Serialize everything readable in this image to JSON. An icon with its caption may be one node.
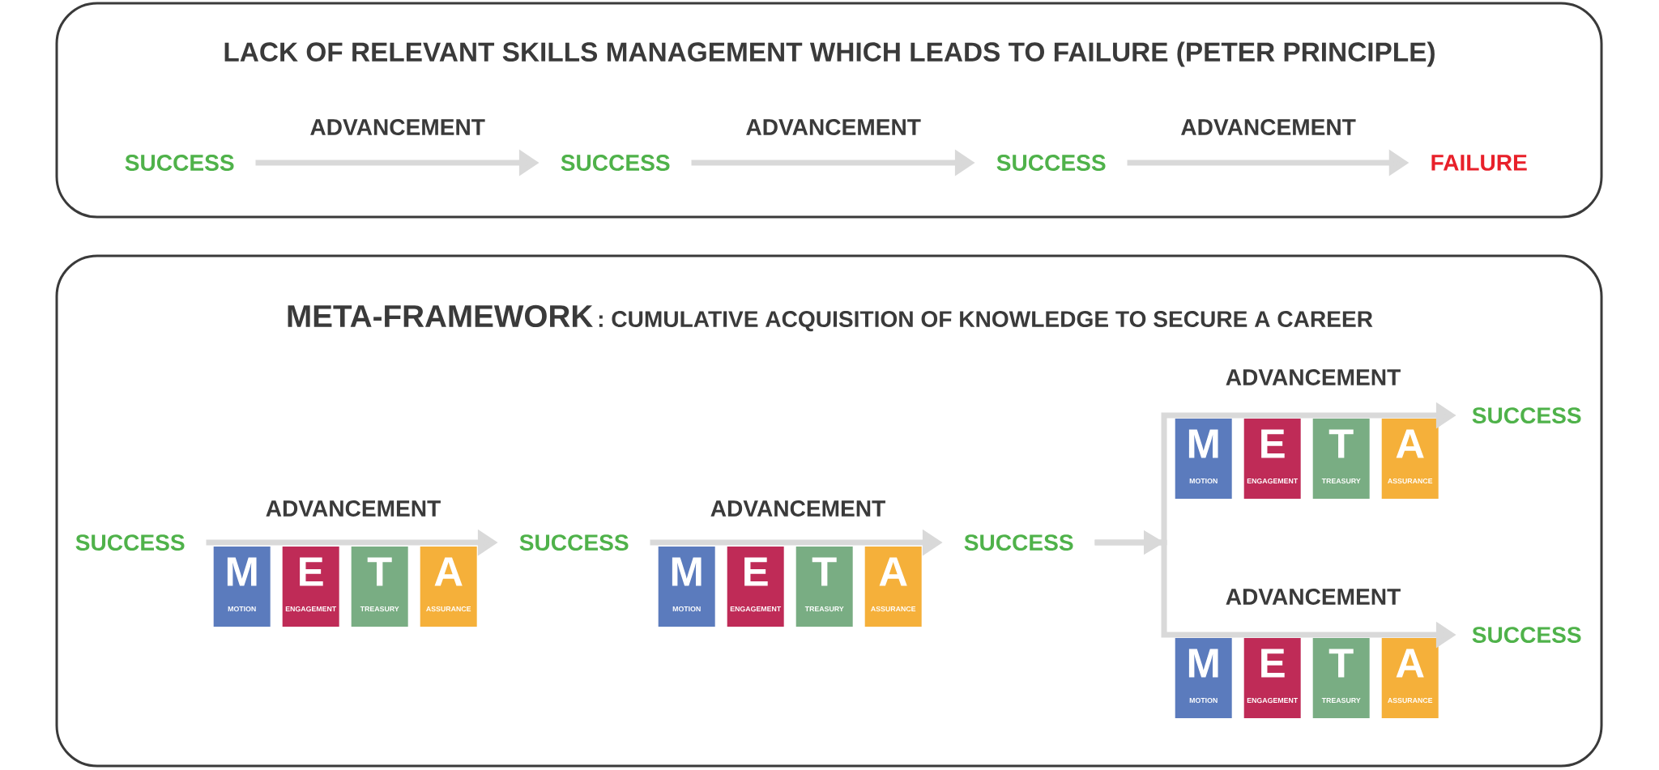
{
  "diagram": {
    "nodes": [
      {
        "text": [
          "LACK OF RELEVANT SKILLS MANAGEMENT WHICH LEADS TO FAILURE (PETER PRINCIPLE)"
        ]
      },
      {
        "text": [
          "SUCCESS"
        ],
        "in": 0
      },
      {
        "text": [
          "SUCCESS"
        ],
        "in": 0
      },
      {
        "text": [
          "SUCCESS"
        ],
        "in": 0
      },
      {
        "text": [
          "FAILURE"
        ],
        "in": 0
      },
      {
        "text": [
          "META-FRAMEWORK",
          ": CUMULATIVE ACQUISITION OF KNOWLEDGE TO SECURE A CAREER"
        ]
      },
      {
        "text": [
          "SUCCESS"
        ],
        "in": 5
      },
      {
        "text": [
          "M",
          "MOTION"
        ],
        "in": 5
      },
      {
        "text": [
          "E",
          "ENGAGEMENT"
        ],
        "in": 5
      },
      {
        "text": [
          "T",
          "TREASURY"
        ],
        "in": 5
      },
      {
        "text": [
          "A",
          "ASSURANCE"
        ],
        "in": 5
      },
      {
        "text": [
          "SUCCESS"
        ],
        "in": 5
      },
      {
        "text": [
          "M",
          "MOTION"
        ],
        "in": 5
      },
      {
        "text": [
          "E",
          "ENGAGEMENT"
        ],
        "in": 5
      },
      {
        "text": [
          "T",
          "TREASURY"
        ],
        "in": 5
      },
      {
        "text": [
          "A",
          "ASSURANCE"
        ],
        "in": 5
      },
      {
        "text": [
          "SUCCESS"
        ],
        "in": 5
      },
      {
        "text": [
          "M",
          "MOTION"
        ],
        "in": 5
      },
      {
        "text": [
          "E",
          "ENGAGEMENT"
        ],
        "in": 5
      },
      {
        "text": [
          "T",
          "TREASURY"
        ],
        "in": 5
      },
      {
        "text": [
          "A",
          "ASSURANCE"
        ],
        "in": 5
      },
      {
        "text": [
          "SUCCESS"
        ],
        "in": 5
      },
      {
        "text": [
          "M",
          "MOTION"
        ],
        "in": 5
      },
      {
        "text": [
          "E",
          "ENGAGEMENT"
        ],
        "in": 5
      },
      {
        "text": [
          "T",
          "TREASURY"
        ],
        "in": 5
      },
      {
        "text": [
          "A",
          "ASSURANCE"
        ],
        "in": 5
      },
      {
        "text": [
          "SUCCESS"
        ],
        "in": 5
      }
    ],
    "edges": [
      {
        "from": 1,
        "to": 2,
        "arrow": "to",
        "label": "ADVANCEMENT"
      },
      {
        "from": 2,
        "to": 3,
        "arrow": "to",
        "label": "ADVANCEMENT"
      },
      {
        "from": 3,
        "to": 4,
        "arrow": "to",
        "label": "ADVANCEMENT"
      },
      {
        "from": 6,
        "to": 11,
        "arrow": "to",
        "label": "ADVANCEMENT"
      },
      {
        "from": 11,
        "to": 16,
        "arrow": "to",
        "label": "ADVANCEMENT"
      },
      {
        "from": 16,
        "to": 21,
        "arrow": "to",
        "label": "ADVANCEMENT"
      },
      {
        "from": 16,
        "to": 26,
        "arrow": "to",
        "label": "ADVANCEMENT"
      }
    ]
  }
}
